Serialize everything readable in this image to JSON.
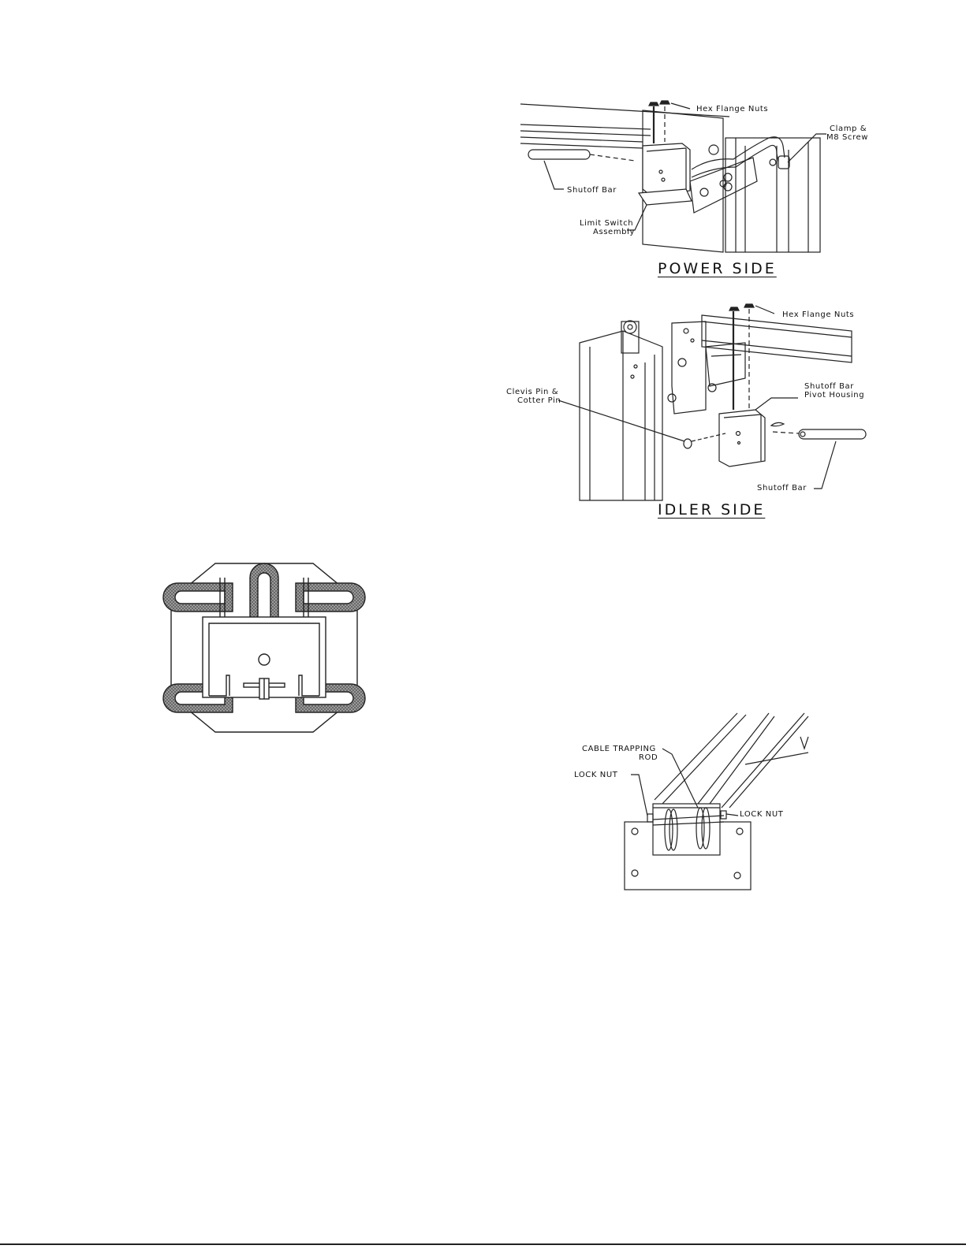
{
  "power_side": {
    "caption": "POWER SIDE",
    "labels": {
      "hex_flange_nuts": "Hex Flange Nuts",
      "clamp_m8_screw_1": "Clamp &",
      "clamp_m8_screw_2": "M8 Screw",
      "shutoff_bar": "Shutoff Bar",
      "limit_switch_1": "Limit Switch",
      "limit_switch_2": "Assembly"
    }
  },
  "idler_side": {
    "caption": "IDLER SIDE",
    "labels": {
      "hex_flange_nuts": "Hex Flange Nuts",
      "clevis_pin_1": "Clevis Pin &",
      "clevis_pin_2": "Cotter Pin",
      "pivot_housing_1": "Shutoff Bar",
      "pivot_housing_2": "Pivot Housing",
      "shutoff_bar": "Shutoff Bar"
    }
  },
  "cable_trap": {
    "labels": {
      "cable_trapping_rod_1": "CABLE TRAPPING",
      "cable_trapping_rod_2": "ROD",
      "lock_nut_left": "LOCK NUT",
      "lock_nut_right": "LOCK NUT"
    }
  },
  "colors": {
    "line": "#222222",
    "hatch": "#555555"
  }
}
